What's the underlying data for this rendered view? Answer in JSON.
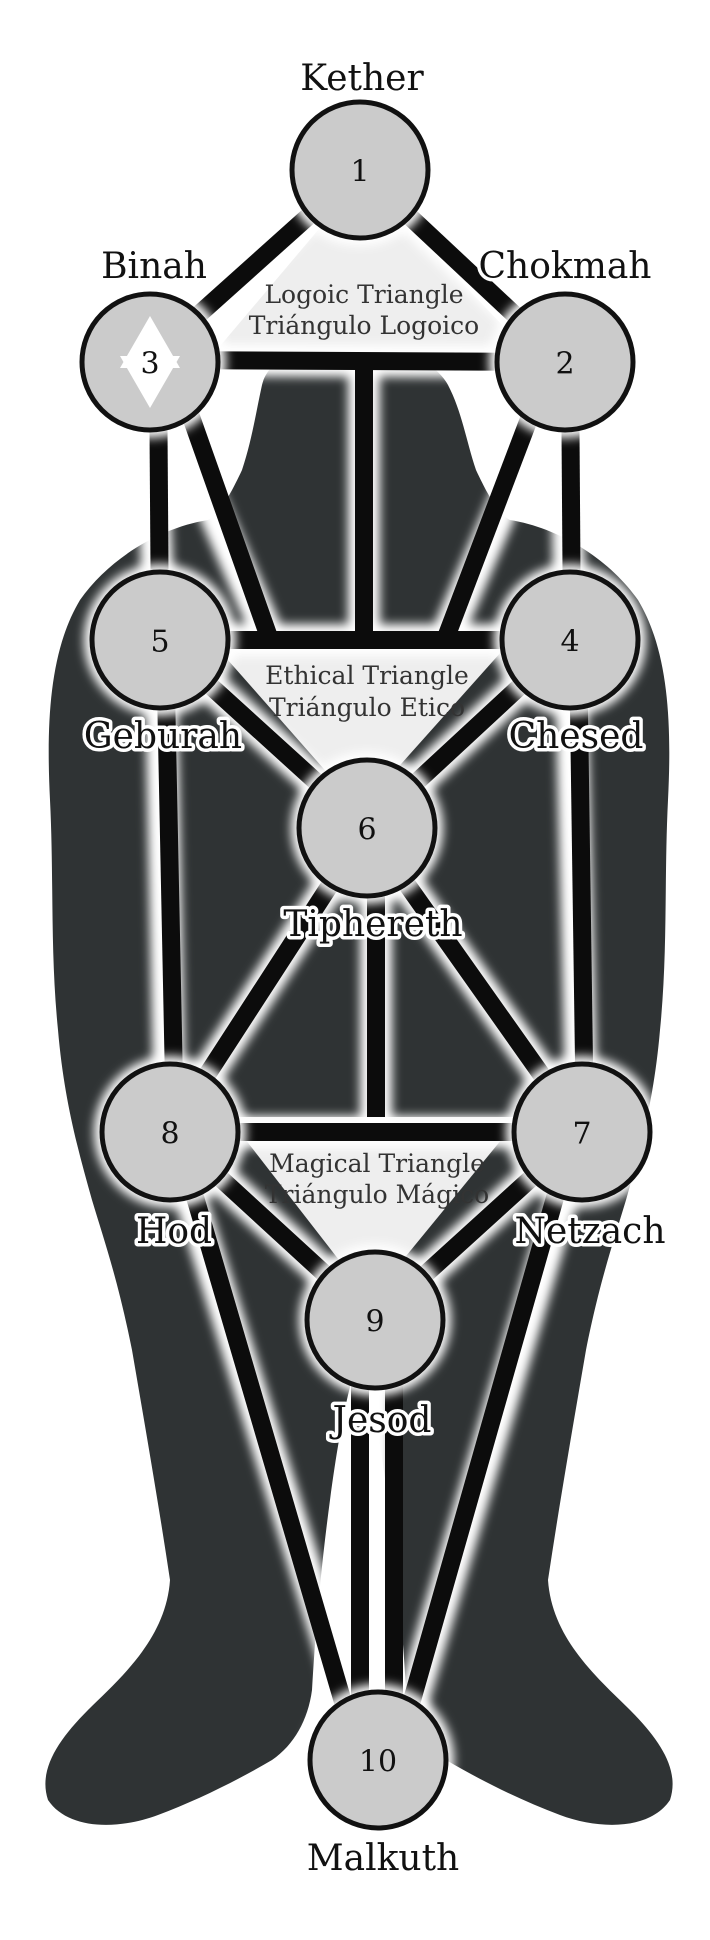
{
  "colors": {
    "background": "#ffffff",
    "silhouette": "#2f3334",
    "triangle_fill": "#eeeeee",
    "circle_fill": "#cbcbcb",
    "line": "#0c0c0c",
    "star": "#ffffff"
  },
  "sephiroth": {
    "s1": {
      "number": "1",
      "name": "Kether"
    },
    "s2": {
      "number": "2",
      "name": "Chokmah"
    },
    "s3": {
      "number": "3",
      "name": "Binah"
    },
    "s4": {
      "number": "4",
      "name": "Chesed"
    },
    "s5": {
      "number": "5",
      "name": "Geburah"
    },
    "s6": {
      "number": "6",
      "name": "Tiphereth"
    },
    "s7": {
      "number": "7",
      "name": "Netzach"
    },
    "s8": {
      "number": "8",
      "name": "Hod"
    },
    "s9": {
      "number": "9",
      "name": "Jesod"
    },
    "s10": {
      "number": "10",
      "name": "Malkuth"
    }
  },
  "triangles": {
    "logoic": {
      "line1": "Logoic Triangle",
      "line2": "Triángulo Logoico"
    },
    "ethical": {
      "line1": "Ethical Triangle",
      "line2": "Triángulo Etico"
    },
    "magical": {
      "line1": "Magical Triangle",
      "line2": "Triángulo Mágico"
    }
  },
  "icons": {
    "binah_star": "hexagram-icon",
    "body": "human-silhouette"
  }
}
